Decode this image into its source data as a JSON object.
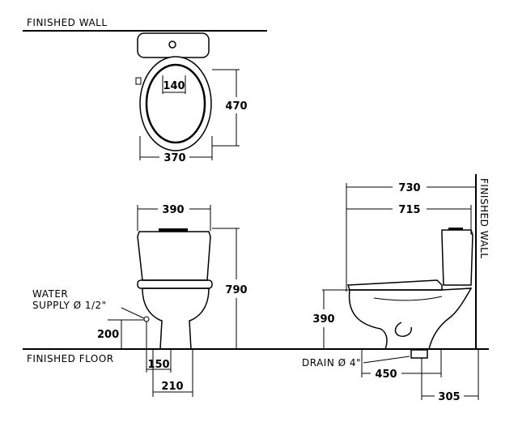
{
  "labels": {
    "finished_wall_top": "FINISHED  WALL",
    "finished_wall_side": "FINISHED  WALL",
    "finished_floor": "FINISHED  FLOOR",
    "water_supply_line1": "WATER",
    "water_supply_line2": "SUPPLY Ø 1/2\"",
    "drain": "DRAIN Ø 4\""
  },
  "dimensions": {
    "top_inner_width": "140",
    "top_depth": "470",
    "top_width": "370",
    "front_tank_width": "390",
    "front_height": "790",
    "supply_height": "200",
    "front_outlet_150": "150",
    "front_base_210": "210",
    "side_total_730": "730",
    "side_715": "715",
    "side_seat_height": "390",
    "side_450": "450",
    "side_305": "305"
  }
}
